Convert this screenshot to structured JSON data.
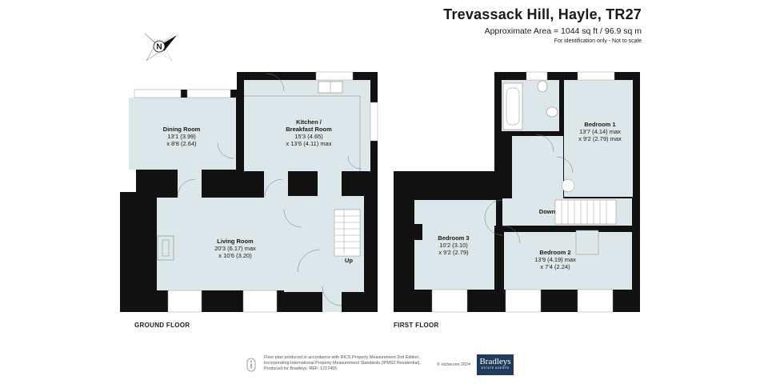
{
  "header": {
    "title": "Trevassack Hill, Hayle, TR27",
    "area": "Approximate Area = 1044 sq ft / 96.9 sq m",
    "note": "For identification only - Not to scale"
  },
  "compass": {
    "letter": "N"
  },
  "floors": {
    "ground": {
      "label": "GROUND FLOOR"
    },
    "first": {
      "label": "FIRST FLOOR"
    }
  },
  "rooms": {
    "dining": {
      "name": "Dining Room",
      "dim1": "13'1 (3.99)",
      "dim2": "x 8'8 (2.64)"
    },
    "kitchen": {
      "name1": "Kitchen /",
      "name2": "Breakfast Room",
      "dim1": "15'3 (4.65)",
      "dim2": "x 13'6 (4.11) max"
    },
    "living": {
      "name": "Living Room",
      "dim1": "20'3 (6.17) max",
      "dim2": "x 10'6 (3.20)"
    },
    "bedroom1": {
      "name": "Bedroom 1",
      "dim1": "13'7 (4.14) max",
      "dim2": "x 9'2 (2.79) max"
    },
    "bedroom2": {
      "name": "Bedroom 2",
      "dim1": "13'9 (4.19) max",
      "dim2": "x 7'4 (2.24)"
    },
    "bedroom3": {
      "name": "Bedroom 3",
      "dim1": "10'2 (3.10)",
      "dim2": "x 9'2 (2.79)"
    }
  },
  "stairs": {
    "up": "Up",
    "down": "Down"
  },
  "footer": {
    "line1": "Floor plan produced in accordance with RICS Property Measurement 2nd Edition,",
    "line2": "Incorporating International Property Measurement Standards (IPMS2 Residential).",
    "line3": "Produced for Bradleys.   REF: 1217455",
    "copyright": "© nichecom 2024",
    "logo_name": "Bradleys",
    "logo_sub": "ESTATE AGENTS"
  },
  "colors": {
    "wall": "#111111",
    "floor": "#dde6e8",
    "window": "#ffffff"
  }
}
